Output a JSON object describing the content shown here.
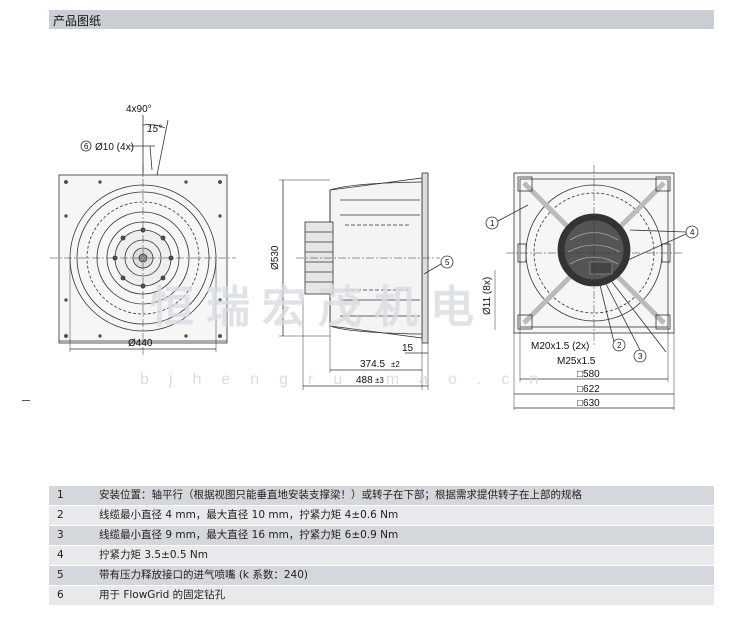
{
  "header": {
    "title": "产品图纸"
  },
  "watermark": {
    "main": "恒瑞宏茂机电",
    "sub": "bjhengruimao.cn"
  },
  "drawing": {
    "front_view": {
      "angle_label": "4x90°",
      "offset_angle": "15°",
      "callout_6": "6",
      "hole_label": "Ø10 (4x)",
      "dia_label": "Ø440"
    },
    "side_view": {
      "height_label": "Ø530",
      "callout_5": "5",
      "dim_15": "15",
      "dim_374": "374.5",
      "dim_374_tol": "±2",
      "dim_488": "488",
      "dim_488_tol": "±3"
    },
    "rear_view": {
      "callout_1": "1",
      "callout_4": "4",
      "callout_2": "2",
      "callout_3": "3",
      "holes_label": "Ø11 (8x)",
      "gland_1": "M20x1.5 (2x)",
      "gland_2": "M25x1.5",
      "dim_580": "□580",
      "dim_622": "□622",
      "dim_630": "□630"
    }
  },
  "notes": [
    {
      "num": "1",
      "text": "安装位置：轴平行（根据视图只能垂直地安装支撑梁！）或转子在下部；根据需求提供转子在上部的规格"
    },
    {
      "num": "2",
      "text": "线缆最小直径 4 mm，最大直径 10 mm，拧紧力矩 4±0.6 Nm"
    },
    {
      "num": "3",
      "text": "线缆最小直径 9 mm，最大直径 16 mm，拧紧力矩 6±0.9 Nm"
    },
    {
      "num": "4",
      "text": "拧紧力矩 3.5±0.5 Nm"
    },
    {
      "num": "5",
      "text": "带有压力释放接口的进气喷嘴 (k 系数：240)"
    },
    {
      "num": "6",
      "text": "用于 FlowGrid 的固定钻孔"
    }
  ]
}
